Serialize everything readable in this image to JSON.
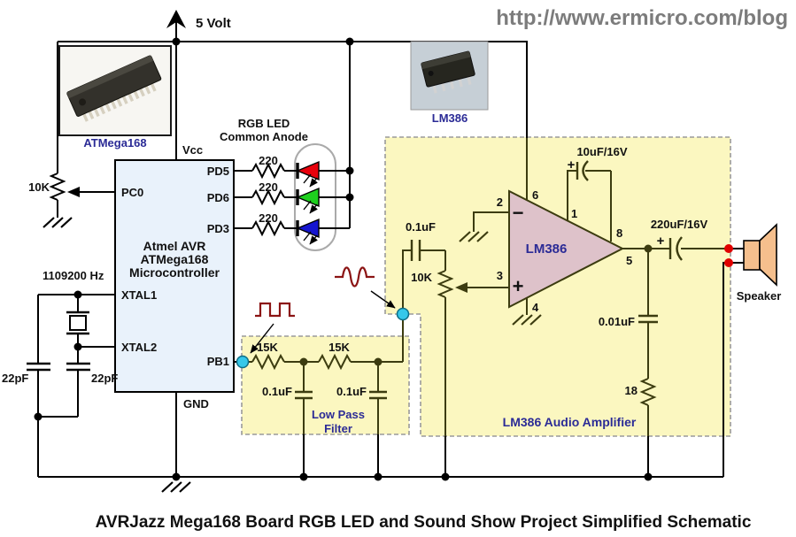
{
  "header": {
    "url": "http://www.ermicro.com/blog"
  },
  "caption": "AVRJazz Mega168 Board RGB LED and Sound Show Project Simplified Schematic",
  "power": {
    "label": "5 Volt"
  },
  "photos": {
    "mcu_caption": "ATMega168",
    "amp_caption": "LM386"
  },
  "mcu": {
    "title_line1": "Atmel AVR",
    "title_line2": "ATMega168",
    "title_line3": "Microcontroller",
    "pin_vcc": "Vcc",
    "pin_gnd": "GND",
    "pin_pc0": "PC0",
    "pin_xtal1": "XTAL1",
    "pin_xtal2": "XTAL2",
    "pin_pd5": "PD5",
    "pin_pd6": "PD6",
    "pin_pd3": "PD3",
    "pin_pb1": "PB1"
  },
  "left_section": {
    "pot_value": "10K",
    "crystal_freq": "1109200 Hz",
    "cap_left": "22pF",
    "cap_right": "22pF"
  },
  "rgb_led": {
    "title_line1": "RGB LED",
    "title_line2": "Common Anode",
    "r_red": "220",
    "r_green": "220",
    "r_blue": "220"
  },
  "lpf": {
    "r1": "15K",
    "r2": "15K",
    "c1": "0.1uF",
    "c2": "0.1uF",
    "name_line1": "Low Pass",
    "name_line2": "Filter"
  },
  "amp": {
    "box_label": "LM386 Audio Amplifier",
    "ic_label": "LM386",
    "c_in": "0.1uF",
    "pot_value": "10K",
    "c_bypass": "10uF/16V",
    "c_bypass_plus": "+",
    "c_out": "220uF/16V",
    "c_out_plus": "+",
    "c_zobel": "0.01uF",
    "r_zobel": "18",
    "pin1": "1",
    "pin2": "2",
    "pin3": "3",
    "pin4": "4",
    "pin5": "5",
    "pin6": "6",
    "pin8": "8",
    "in_minus": "−",
    "in_plus": "+"
  },
  "speaker": {
    "label": "Speaker"
  },
  "colors": {
    "led_red": "#e8000b",
    "led_green": "#1ecf1e",
    "led_blue": "#1515cf",
    "node_cyan": "#35c8ea",
    "terminal_red": "#e00000",
    "box_fill": "#fbf7c0",
    "opamp_fill": "#dec2ca",
    "speaker_fill": "#f5bf8d",
    "label_navy": "#2b2b96",
    "url_gray": "#7c7c7c"
  }
}
